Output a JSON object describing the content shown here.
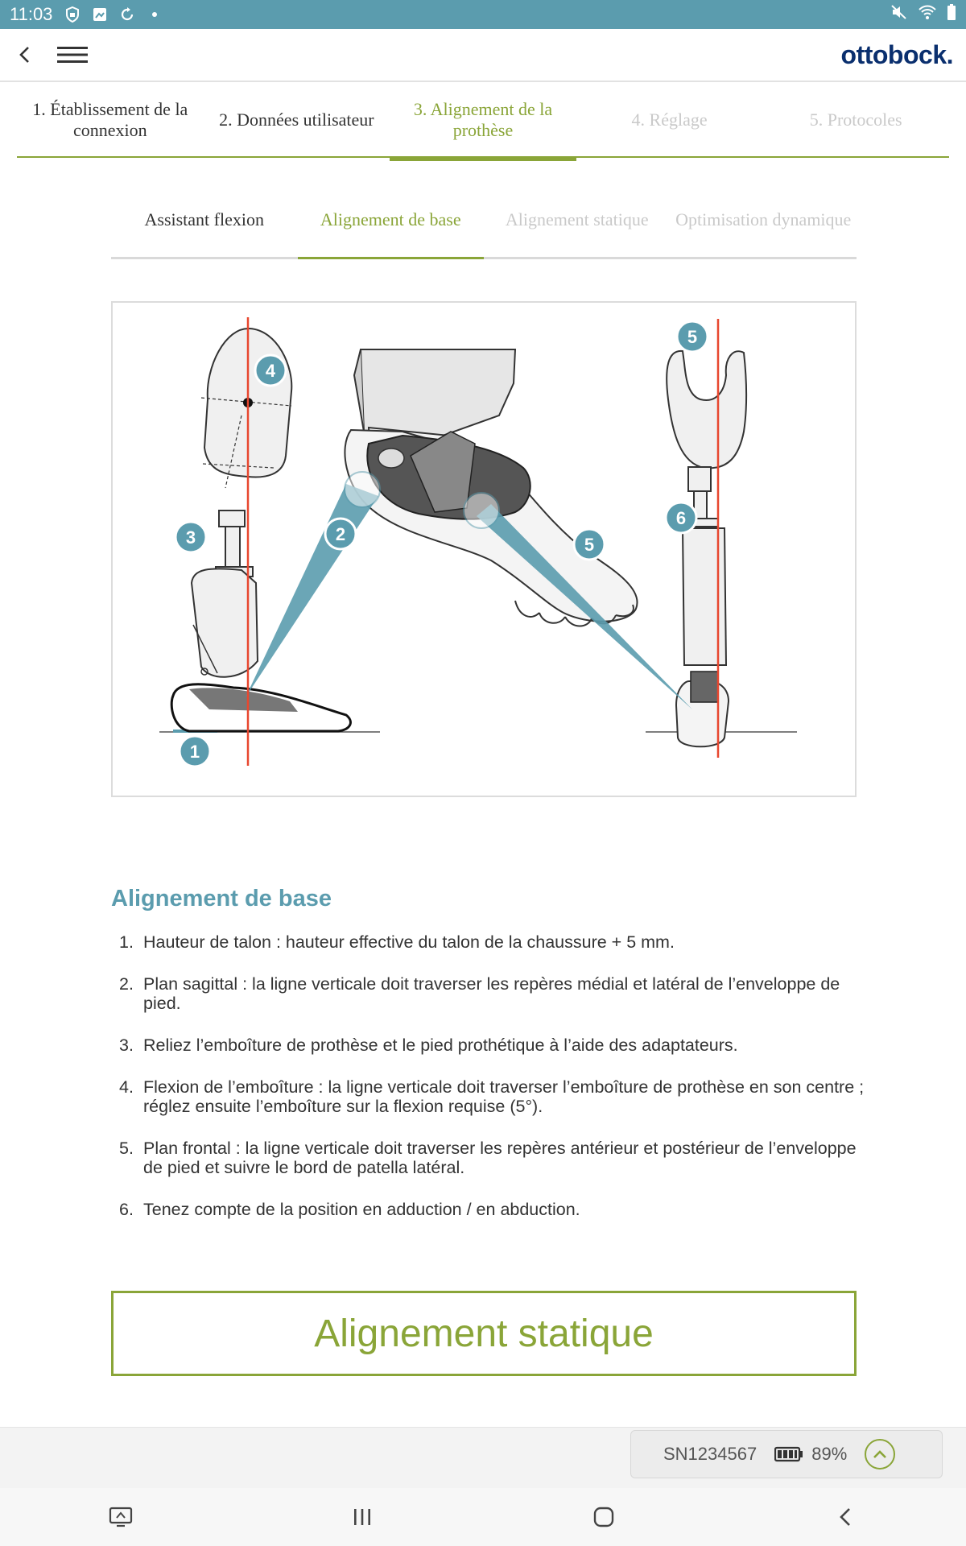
{
  "status_bar": {
    "time": "11:03"
  },
  "brand": {
    "name": "ottobock."
  },
  "steps": [
    {
      "label": "1. Établissement de la connexion",
      "state": "done"
    },
    {
      "label": "2. Données utilisateur",
      "state": "done"
    },
    {
      "label": "3. Alignement de la prothèse",
      "state": "active"
    },
    {
      "label": "4. Réglage",
      "state": "disabled"
    },
    {
      "label": "5. Protocoles",
      "state": "disabled"
    }
  ],
  "subtabs": [
    {
      "label": "Assistant flexion",
      "state": "done"
    },
    {
      "label": "Alignement de base",
      "state": "active"
    },
    {
      "label": "Alignement statique",
      "state": "disabled"
    },
    {
      "label": "Optimisation dynamique",
      "state": "disabled"
    }
  ],
  "figure": {
    "markers": [
      "1",
      "2",
      "3",
      "4",
      "5",
      "6",
      "5"
    ]
  },
  "section": {
    "title": "Alignement de base",
    "items": [
      {
        "num": "1.",
        "text": "Hauteur de talon : hauteur effective du talon de la chaussure + 5 mm."
      },
      {
        "num": "2.",
        "text": "Plan sagittal : la ligne verticale doit traverser les repères médial et latéral de l’enveloppe de pied."
      },
      {
        "num": "3.",
        "text": "Reliez l’emboîture de prothèse et le pied prothétique à l’aide des adaptateurs."
      },
      {
        "num": "4.",
        "text": "Flexion de l’emboîture : la ligne verticale doit traverser l’emboîture de prothèse en son centre ; réglez ensuite l’emboîture sur la flexion requise (5°)."
      },
      {
        "num": "5.",
        "text": "Plan frontal : la ligne verticale doit traverser les repères antérieur et postérieur de l’enveloppe de pied et suivre le bord de patella latéral."
      },
      {
        "num": "6.",
        "text": "Tenez compte de la position en adduction / en abduction."
      }
    ]
  },
  "next_button": {
    "label": "Alignement statique"
  },
  "device": {
    "serial": "SN1234567",
    "battery": "89%"
  },
  "colors": {
    "accent_green": "#8aa538",
    "accent_blue": "#5b9cae",
    "brand_navy": "#0a2f6e",
    "guide_red": "#e8472f"
  }
}
